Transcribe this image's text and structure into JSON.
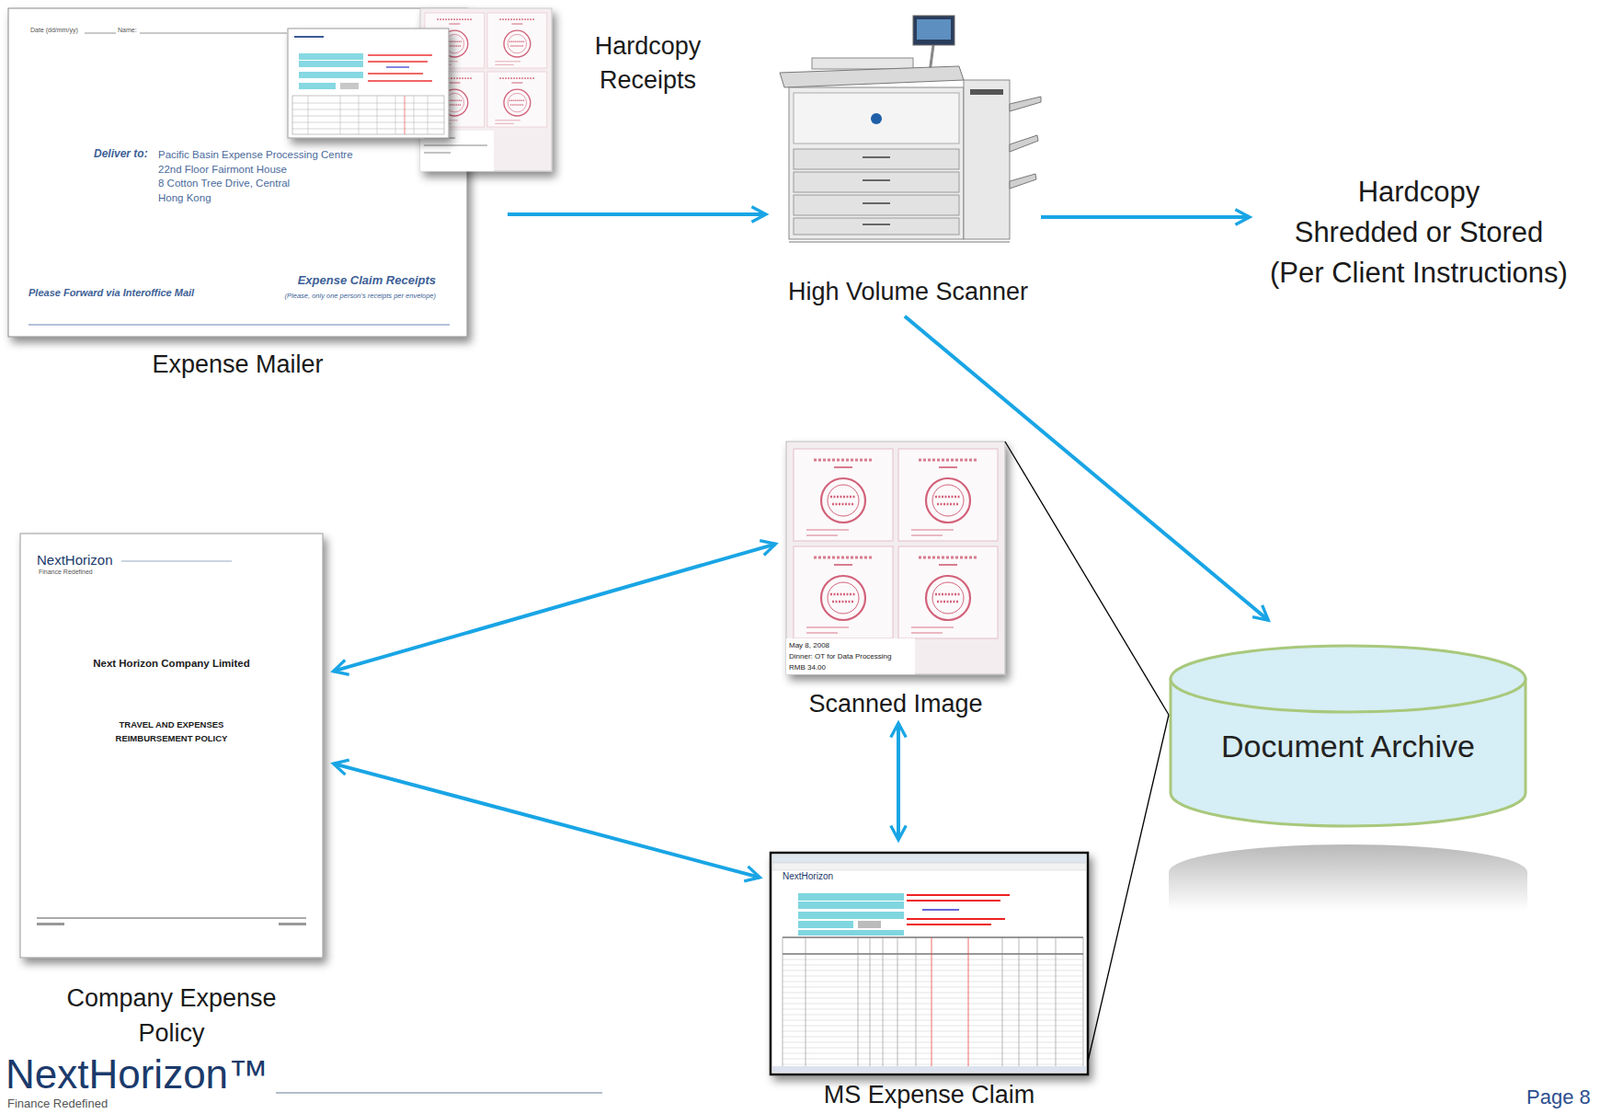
{
  "diagram": {
    "nodes": [
      {
        "text": [
          "Date (dd/mm/yy)",
          "Name:",
          "Deliver to:",
          "Pacific Basin Expense Processing Centre",
          "22nd Floor Fairmont House",
          "8 Cotton Tree Drive, Central",
          "Hong Kong",
          "Please Forward via Interoffice Mail",
          "Expense Claim Receipts",
          "(Please, only one person's receipts per envelope)",
          "Expense Mailer"
        ]
      },
      {
        "text": [
          "High Volume Scanner"
        ]
      },
      {
        "text": [
          "Hardcopy",
          "Shredded or Stored",
          "(Per Client Instructions)"
        ]
      },
      {
        "text": [
          "NextHorizon",
          "Finance Redefined",
          "Next Horizon Company Limited",
          "TRAVEL AND EXPENSES REIMBURSEMENT POLICY",
          "Company Expense Policy"
        ]
      },
      {
        "text": [
          "May 8, 2008",
          "Dinner: OT for Data Processing",
          "RMB 34.00",
          "Scanned Image"
        ]
      },
      {
        "text": [
          "Document Archive"
        ]
      },
      {
        "text": [
          "NextHorizon",
          "MS Expense Claim"
        ]
      }
    ],
    "edges": [
      {
        "from": 0,
        "to": 1,
        "arrow": "to"
      },
      {
        "from": 1,
        "to": 2,
        "arrow": "to"
      },
      {
        "from": 1,
        "to": 5,
        "arrow": "to"
      },
      {
        "from": 3,
        "to": 4,
        "arrow": "both"
      },
      {
        "from": 3,
        "to": 6,
        "arrow": "both"
      },
      {
        "from": 4,
        "to": 6,
        "arrow": "both"
      },
      {
        "from": 4,
        "to": 5,
        "arrow": "none"
      },
      {
        "from": 6,
        "to": 5,
        "arrow": "none"
      }
    ],
    "labels": [
      "Hardcopy Receipts",
      "NextHorizon™",
      "Finance Redefined",
      "Page 8"
    ]
  }
}
